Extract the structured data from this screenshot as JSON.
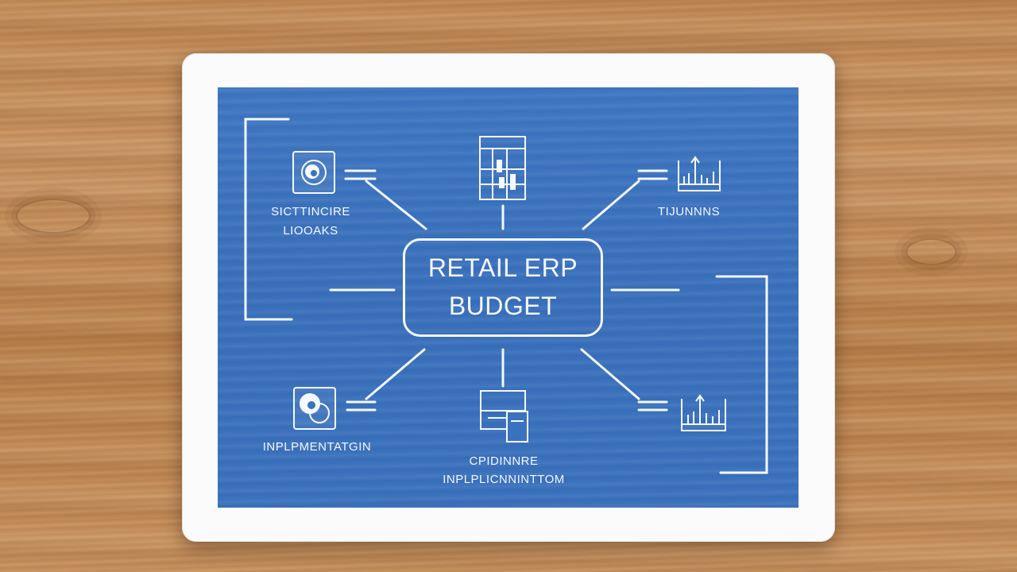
{
  "diagram": {
    "center": {
      "line1": "RETAIL ERP",
      "line2": "BUDGET"
    },
    "nodes": {
      "top_left": {
        "line1": "SICTTINCIRE",
        "line2": "LIOOAKS",
        "icon": "circle-target-icon"
      },
      "top_center": {
        "icon": "bar-chart-document-icon"
      },
      "top_right": {
        "label": "TIJUNNNS",
        "icon": "equalizer-chart-icon"
      },
      "bottom_left": {
        "label": "INPLPMENTATGIN",
        "icon": "overlapping-circles-icon"
      },
      "bottom_center": {
        "line1": "CPIDINNRE",
        "line2": "INPLPLICNNINTTOM",
        "icon": "document-copy-icon"
      },
      "bottom_right": {
        "icon": "equalizer-chart-icon"
      }
    }
  },
  "colors": {
    "screen_blue": "#3b72bd",
    "line_white": "#f4f8ff",
    "tablet_frame": "#fbfbfb",
    "wood": "#c08a55"
  }
}
